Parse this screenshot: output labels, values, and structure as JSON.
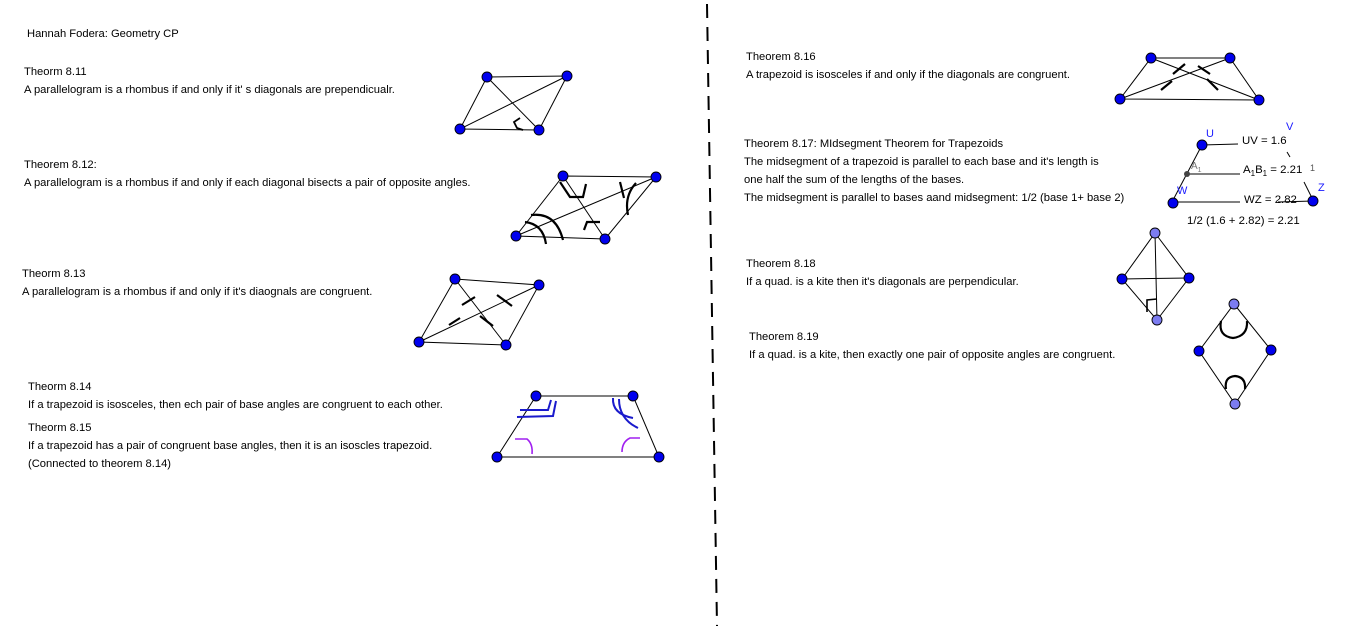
{
  "header": {
    "title": "Hannah Fodera: Geometry CP"
  },
  "theorems": {
    "t811": {
      "title": "Theorm 8.11",
      "lines": [
        "A parallelogram is a rhombus if and only if it' s diagonals are prependicualr."
      ]
    },
    "t812": {
      "title": "Theorem 8.12:",
      "lines": [
        "A parallelogram is a rhombus if and only if each diagonal bisects a pair of opposite angles."
      ]
    },
    "t813": {
      "title": "Theorm 8.13",
      "lines": [
        "A parallelogram is a rhombus if and only if it's diaognals are congruent."
      ]
    },
    "t814": {
      "title": "Theorm 8.14",
      "lines": [
        "If a trapezoid is isosceles, then ech pair of base angles are congruent to each other."
      ]
    },
    "t815": {
      "title": "Theorm 8.15",
      "lines": [
        "If a trapezoid has a pair of congruent base angles, then it is an isoscles trapezoid.",
        "(Connected to theorem 8.14)"
      ]
    },
    "t816": {
      "title": "Theorem 8.16",
      "lines": [
        "A trapezoid is isosceles if and only if the diagonals are congruent."
      ]
    },
    "t817": {
      "title": "Theorem 8.17: MIdsegment Theorem for Trapezoids",
      "lines": [
        "The midsegment of a trapezoid is parallel to each base and it's length is",
        "one half the sum of the lengths of the bases.",
        "The midsegment is parallel to bases aand midsegment: 1/2 (base 1+ base 2)"
      ]
    },
    "t818": {
      "title": "Theorem 8.18",
      "lines": [
        "If a quad. is a kite then it's diagonals are perpendicular."
      ]
    },
    "t819": {
      "title": "Theorem 8.19",
      "lines": [
        "If a quad. is a kite, then exactly one pair of opposite angles are congruent."
      ]
    }
  },
  "midsegment_figure": {
    "point_u": "U",
    "point_v": "V",
    "point_w": "W",
    "point_z": "Z",
    "point_a": "A",
    "point_a_sub": "1",
    "uv_label": "UV = 1.6",
    "a1b1_a": "A",
    "a1b1_sub1": "1",
    "a1b1_b": "B",
    "a1b1_sub2": "1",
    "a1b1_value": " = 2.21",
    "b1_label": "1",
    "wz_label": "WZ = 2.82",
    "calc_label": "1/2 (1.6 + 2.82) = 2.21"
  },
  "colors": {
    "point_fill": "#0000ee",
    "point_light": "#7c7cf0",
    "mark_blue": "#1a1acc",
    "mark_purple": "#a020f0",
    "divider": "#000000"
  }
}
